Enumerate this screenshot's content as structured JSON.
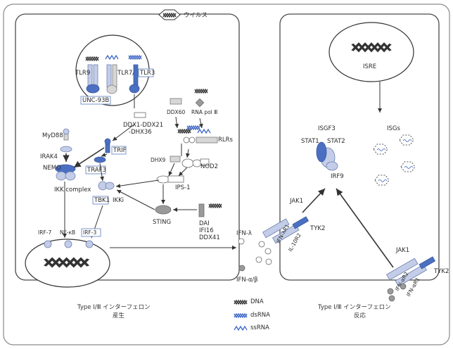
{
  "labels": {
    "virus": "ウイルス",
    "tlr9": "TLR9",
    "tlr78": "TLR7/8",
    "tlr3": "TLR3",
    "unc93b": "UNC-93B",
    "ddx60": "DDX60",
    "rnapol": "RNA pol Ⅲ",
    "ddx1a": "DDX1-DDX21",
    "ddx1b": "-DHX36",
    "rlrs": "RLRs",
    "myd88": "MyD88",
    "trif": "TRIF",
    "irak4": "IRAK4",
    "traf3": "TRAF3",
    "dhx9": "DHX9",
    "nod2": "NOD2",
    "nemo": "NEMO",
    "ips1": "IPS-1",
    "ikkcomplex": "IKK complex",
    "tbk1": "TBK1",
    "ikki": "IKKi",
    "sting": "STING",
    "dai": "DAI",
    "ifi16": "IFI16",
    "ddx41": "DDX41",
    "irf7": "IRF-7",
    "nfkb": "NF-κB",
    "irf3": "IRF-3",
    "ifnl": "IFN-λ",
    "ifnab": "IFN-α/β",
    "isre": "ISRE",
    "isgf3": "ISGF3",
    "stat1": "STAT1",
    "stat2": "STAT2",
    "irf9": "IRF9",
    "isgs": "ISGs",
    "jak1a": "JAK1",
    "ifnlr1": "IFN-λR1",
    "il10r2": "IL-10R2",
    "tyk2a": "TYK2",
    "jak1b": "JAK1",
    "ifnar2": "IFN-αR2",
    "ifnar1": "IFN-αR1",
    "tyk2b": "TYK2"
  },
  "legend": {
    "dna": "DNA",
    "dsrna": "dsRNA",
    "ssrna": "ssRNA"
  },
  "captions": {
    "left1": "Type Ⅰ/Ⅲ インターフェロン",
    "left2": "産生",
    "right1": "Type Ⅰ/Ⅲ インターフェロン",
    "right2": "反応"
  },
  "colors": {
    "receptor_light": "#c3cde8",
    "receptor_dark": "#4b6fc1",
    "label_box": "#5b7bbd"
  }
}
